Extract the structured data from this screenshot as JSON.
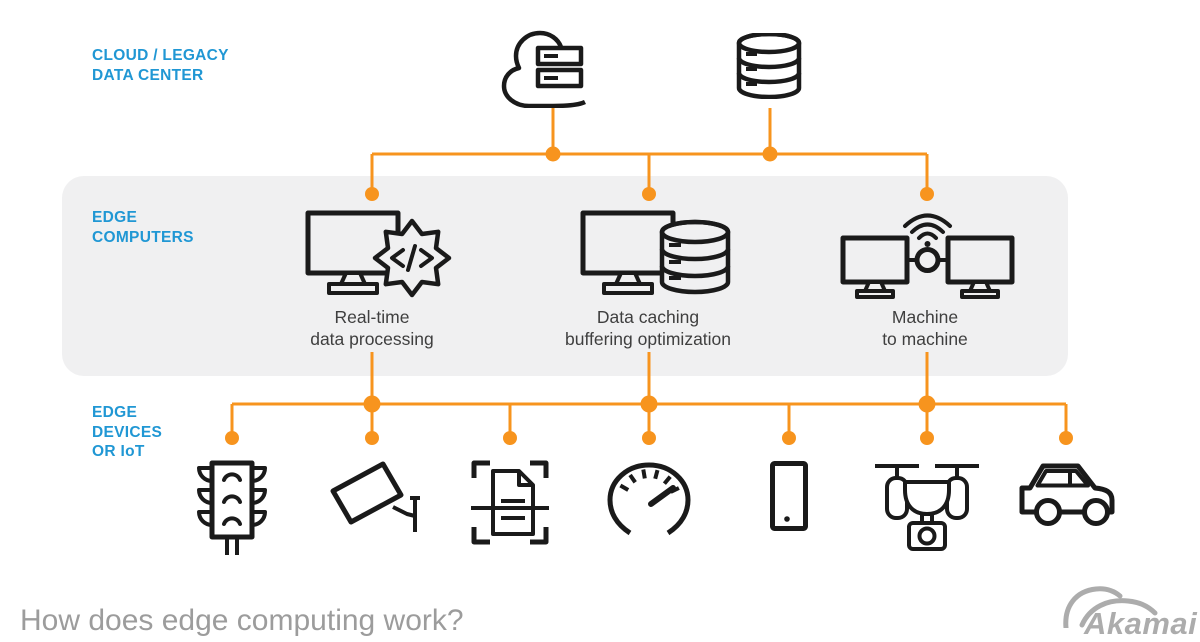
{
  "colors": {
    "accent_orange": "#F7941E",
    "label_blue": "#2097D4",
    "band_gray": "#F0F0F1",
    "icon_stroke": "#1A1A1A",
    "caption_text": "#3F3F3F",
    "muted_text": "#9C9C9C",
    "logo_gray": "#ACACAC",
    "background": "#FFFFFF"
  },
  "tiers": [
    {
      "name": "cloud-legacy-data-center",
      "label_lines": [
        "CLOUD / LEGACY",
        "DATA CENTER"
      ],
      "nodes": [
        {
          "icon": "cloud-servers-icon"
        },
        {
          "icon": "database-icon"
        }
      ]
    },
    {
      "name": "edge-computers",
      "label_lines": [
        "EDGE",
        "COMPUTERS"
      ],
      "nodes": [
        {
          "icon": "monitor-code-gear-icon",
          "caption_lines": [
            "Real-time",
            "data processing"
          ]
        },
        {
          "icon": "monitor-database-icon",
          "caption_lines": [
            "Data caching",
            "buffering optimization"
          ]
        },
        {
          "icon": "machine-to-machine-icon",
          "caption_lines": [
            "Machine",
            "to machine"
          ]
        }
      ]
    },
    {
      "name": "edge-devices-or-iot",
      "label_lines": [
        "EDGE",
        "DEVICES",
        "OR IoT"
      ],
      "nodes": [
        {
          "icon": "traffic-light-icon"
        },
        {
          "icon": "security-camera-icon"
        },
        {
          "icon": "document-scan-icon"
        },
        {
          "icon": "speedometer-icon"
        },
        {
          "icon": "smartphone-icon"
        },
        {
          "icon": "drone-icon"
        },
        {
          "icon": "car-icon"
        }
      ]
    }
  ],
  "footer": {
    "question": "How does edge computing work?",
    "brand": "Akamai"
  }
}
